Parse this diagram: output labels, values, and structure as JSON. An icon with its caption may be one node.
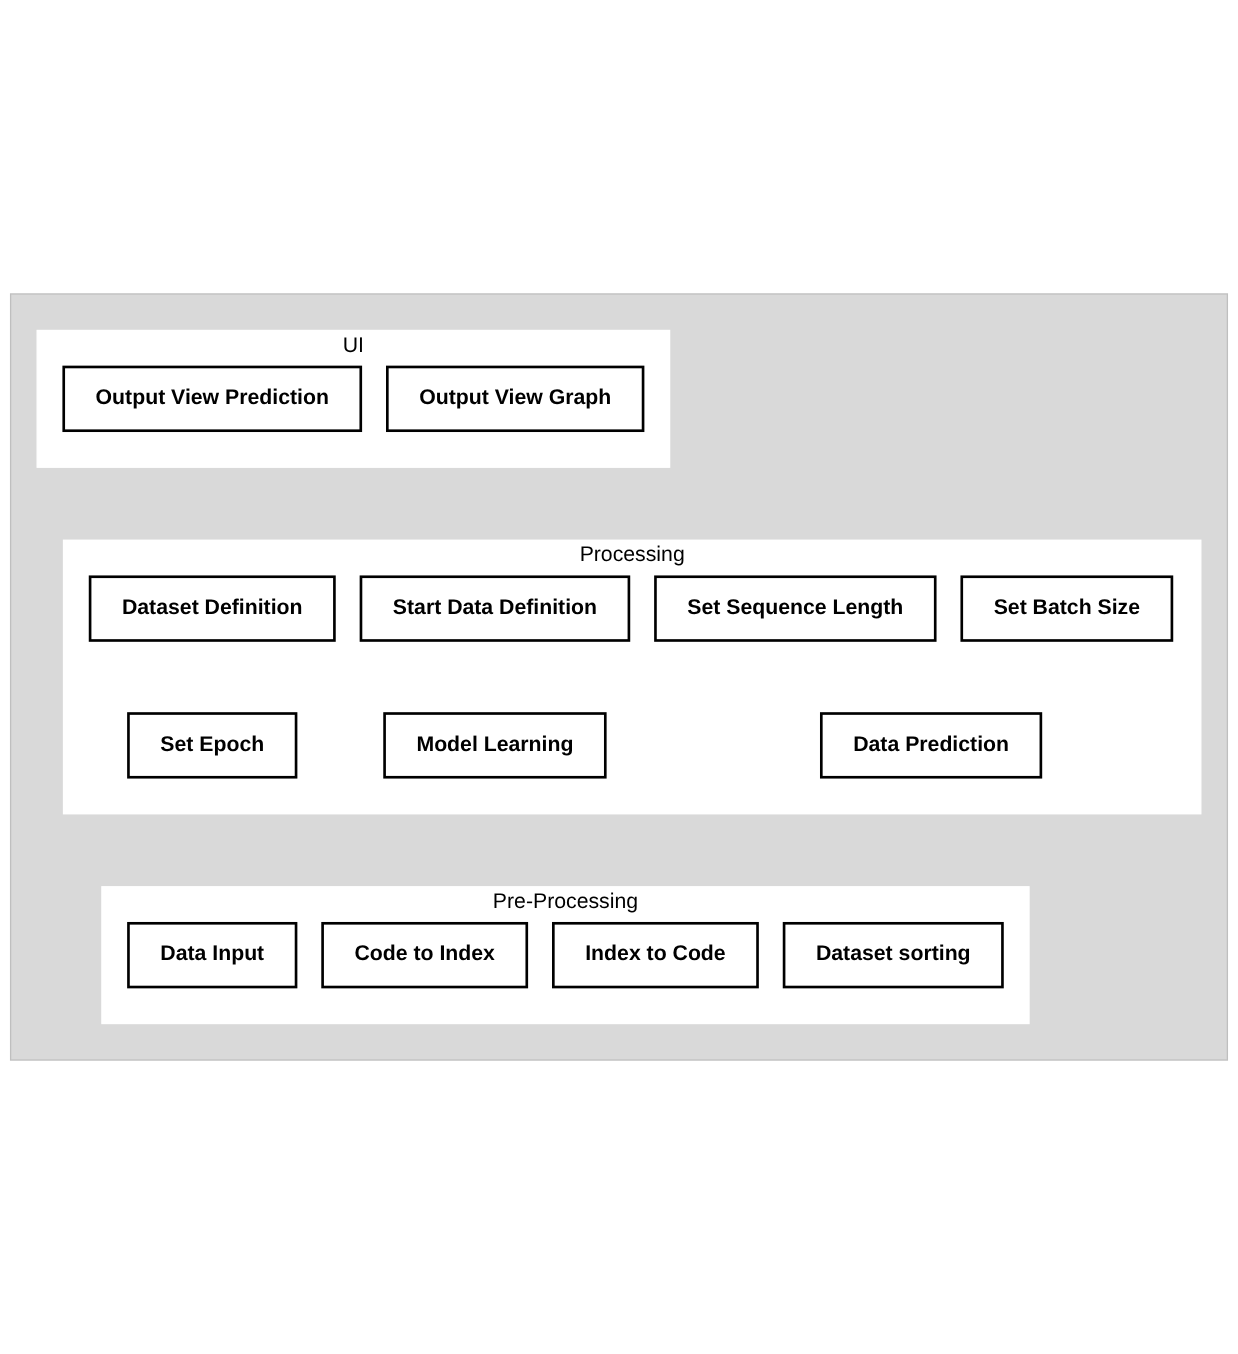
{
  "diagram": {
    "nodes": [
      {
        "text": [],
        "shape": "box"
      },
      {
        "text": [
          "UI"
        ],
        "in": 0
      },
      {
        "text": [
          "Output View Prediction"
        ],
        "in": 1
      },
      {
        "text": [
          "Output View Graph"
        ],
        "in": 1
      },
      {
        "text": [
          "Processing"
        ],
        "in": 0
      },
      {
        "text": [
          "Dataset Definition"
        ],
        "in": 4
      },
      {
        "text": [
          "Start Data Definition"
        ],
        "in": 4
      },
      {
        "text": [
          "Set Sequence Length"
        ],
        "in": 4
      },
      {
        "text": [
          "Set Batch Size"
        ],
        "in": 4
      },
      {
        "text": [
          "Set Epoch"
        ],
        "in": 4
      },
      {
        "text": [
          "Model Learning"
        ],
        "in": 4
      },
      {
        "text": [
          "Data Prediction"
        ],
        "in": 4
      },
      {
        "text": [
          "Pre-Processing"
        ],
        "in": 0
      },
      {
        "text": [
          "Data Input"
        ],
        "in": 12
      },
      {
        "text": [
          "Code to Index"
        ],
        "in": 12
      },
      {
        "text": [
          "Index to Code"
        ],
        "in": 12
      },
      {
        "text": [
          "Dataset sorting"
        ],
        "in": 12
      }
    ],
    "edges": []
  }
}
